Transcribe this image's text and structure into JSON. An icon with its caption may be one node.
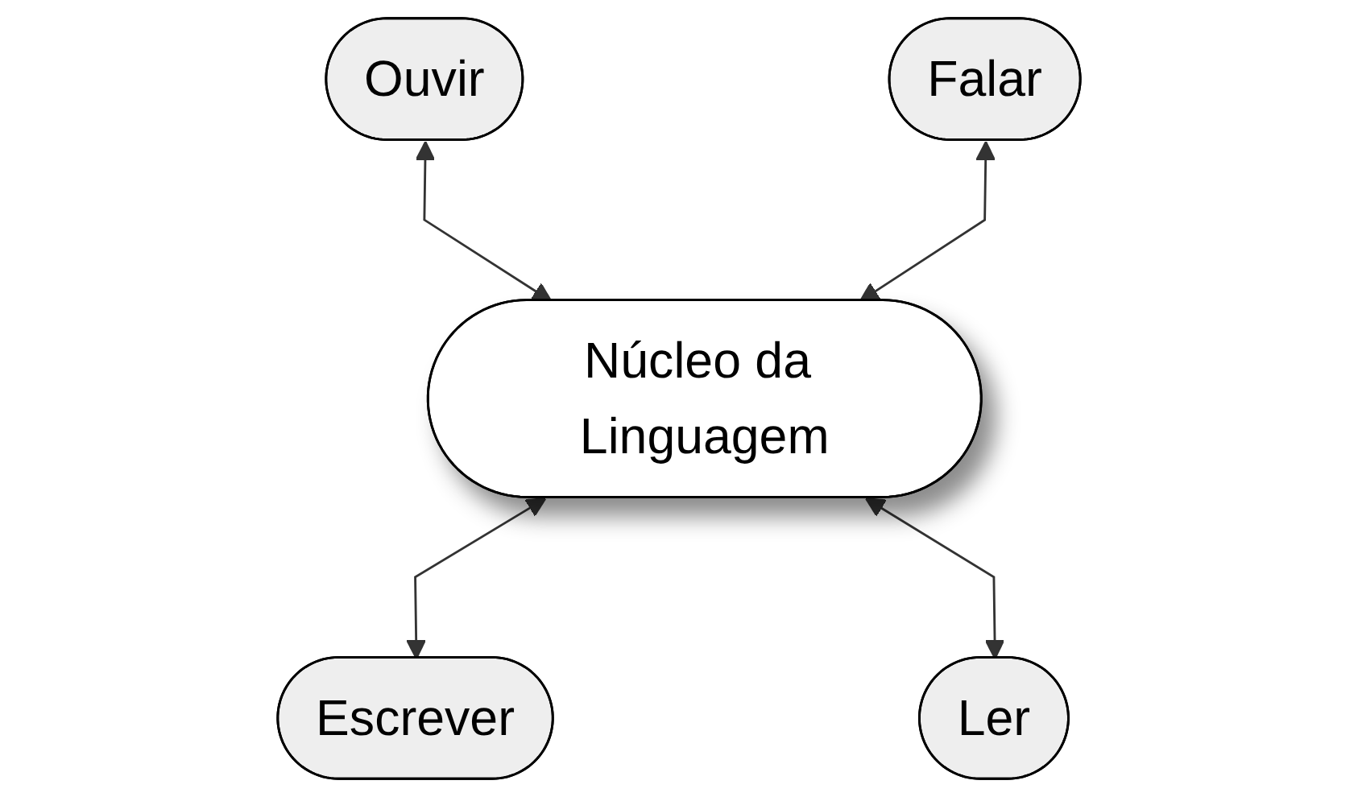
{
  "diagram": {
    "nodes": [
      {
        "text": [
          "Ouvir"
        ]
      },
      {
        "text": [
          "Falar"
        ]
      },
      {
        "text": [
          "Núcleo da Linguagem"
        ]
      },
      {
        "text": [
          "Escrever"
        ]
      },
      {
        "text": [
          "Ler"
        ]
      }
    ],
    "edges": [
      {
        "from": 0,
        "to": 2,
        "arrow": "both"
      },
      {
        "from": 1,
        "to": 2,
        "arrow": "both"
      },
      {
        "from": 2,
        "to": 3,
        "arrow": "both"
      },
      {
        "from": 2,
        "to": 4,
        "arrow": "both"
      }
    ]
  }
}
